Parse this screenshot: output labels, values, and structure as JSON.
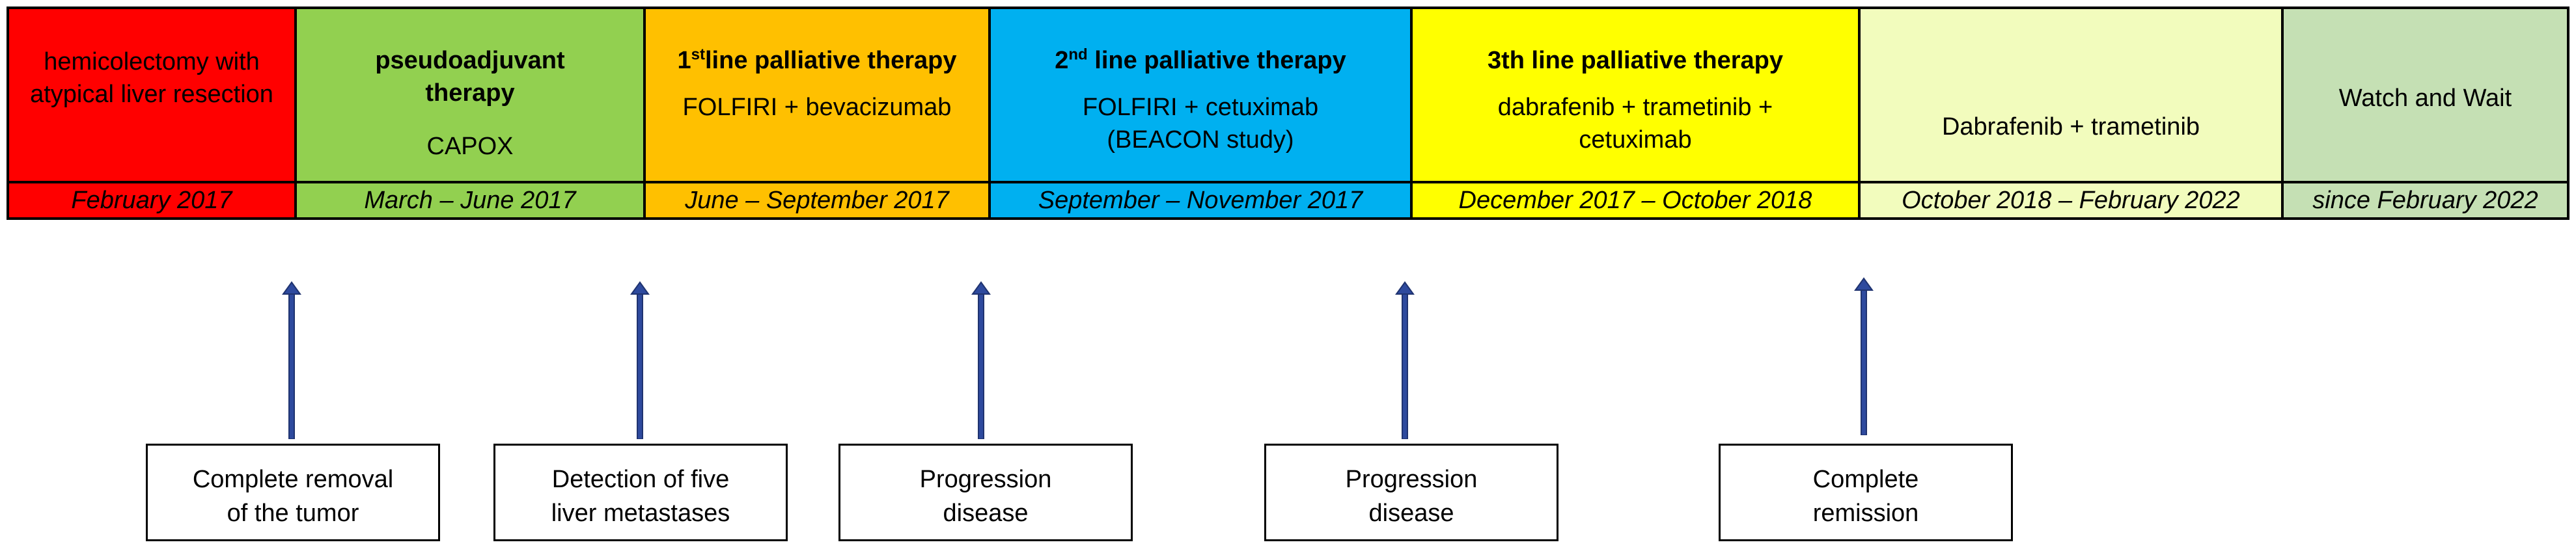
{
  "phases": [
    {
      "name": "hemicolectomy with atypical liver resection",
      "date": "February 2017",
      "color": "#ff0000",
      "date_color": "#ff0000"
    },
    {
      "name": "pseudoadjuvant therapy",
      "regimen": "CAPOX",
      "date": "March – June 2017",
      "color": "#92d050",
      "date_color": "#92d050"
    },
    {
      "name_ordinal": "1",
      "name_sup": "st",
      "name_rest": "line palliative therapy",
      "regimen": "FOLFIRI + bevacizumab",
      "date": "June – September 2017",
      "color": "#ffc000",
      "date_color": "#ffc000"
    },
    {
      "name_ordinal": "2",
      "name_sup": "nd",
      "name_rest": " line palliative therapy",
      "regimen_line1": "FOLFIRI + cetuximab",
      "regimen_line2": "(BEACON study)",
      "date": "September – November 2017",
      "color": "#00b0f0",
      "date_color": "#00b0f0"
    },
    {
      "name": "3th line palliative therapy",
      "regimen_line1": "dabrafenib + trametinib +",
      "regimen_line2": "cetuximab",
      "date": "December 2017 – October 2018",
      "color": "#ffff00",
      "date_color": "#ffff00"
    },
    {
      "name": "Dabrafenib + trametinib",
      "date": "October 2018 – February 2022",
      "color": "#f2fcbd",
      "date_color": "#f2fcbd"
    },
    {
      "name": "Watch and Wait",
      "date": "since February 2022",
      "color": "#c5e0b4",
      "date_color": "#c5e0b4"
    }
  ],
  "events": [
    {
      "line1": "Complete removal",
      "line2": "of the tumor"
    },
    {
      "line1": "Detection of five",
      "line2": "liver metastases"
    },
    {
      "line1": "Progression",
      "line2": "disease"
    },
    {
      "line1": "Progression",
      "line2": "disease"
    },
    {
      "line1": "Complete",
      "line2": "remission"
    }
  ],
  "arrow_color": "#2e4a9e"
}
